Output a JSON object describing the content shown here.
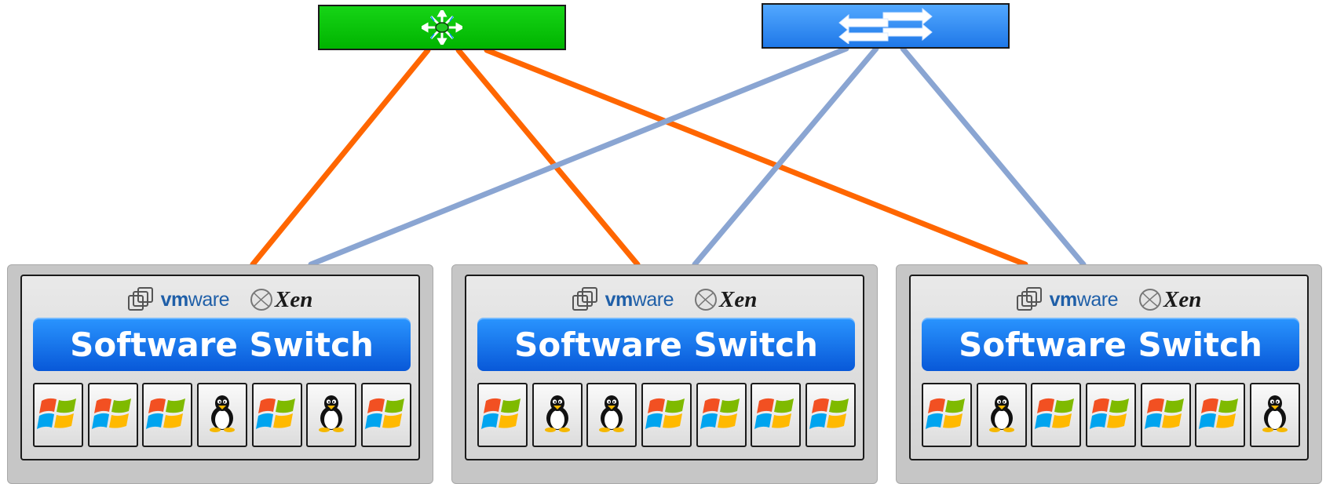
{
  "diagram": {
    "switches": [
      {
        "id": "controller-switch",
        "role": "star-router",
        "color": "#00c000",
        "icon": "star-router-icon"
      },
      {
        "id": "forwarding-switch",
        "role": "layer2-switch",
        "color": "#3b8ff5",
        "icon": "switch-arrows-icon"
      }
    ],
    "link_colors": {
      "controller": "#ff6600",
      "forwarding": "#8aa5d2"
    },
    "hosts": [
      {
        "vmware_bold": "vm",
        "vmware_light": "ware",
        "xen": "Xen",
        "switch_label": "Software Switch",
        "vms": [
          "windows",
          "windows",
          "windows",
          "linux",
          "windows",
          "linux",
          "windows"
        ]
      },
      {
        "vmware_bold": "vm",
        "vmware_light": "ware",
        "xen": "Xen",
        "switch_label": "Software Switch",
        "vms": [
          "windows",
          "linux",
          "linux",
          "windows",
          "windows",
          "windows",
          "windows"
        ]
      },
      {
        "vmware_bold": "vm",
        "vmware_light": "ware",
        "xen": "Xen",
        "switch_label": "Software Switch",
        "vms": [
          "windows",
          "linux",
          "windows",
          "windows",
          "windows",
          "windows",
          "linux"
        ]
      }
    ],
    "links": [
      {
        "from": "controller-switch",
        "to": "host-0"
      },
      {
        "from": "controller-switch",
        "to": "host-1"
      },
      {
        "from": "controller-switch",
        "to": "host-2"
      },
      {
        "from": "forwarding-switch",
        "to": "host-0"
      },
      {
        "from": "forwarding-switch",
        "to": "host-1"
      },
      {
        "from": "forwarding-switch",
        "to": "host-2"
      }
    ]
  }
}
